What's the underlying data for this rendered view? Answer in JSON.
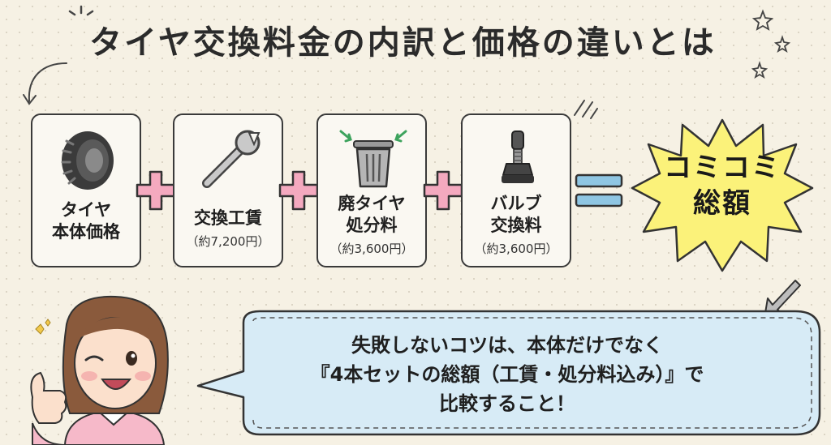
{
  "title": "タイヤ交換料金の内訳と価格の違いとは",
  "items": [
    {
      "label_line1": "タイヤ",
      "label_line2": "本体価格",
      "sub": "",
      "icon": "tire-icon"
    },
    {
      "label_line1": "交換工賃",
      "label_line2": "",
      "sub": "（約7,200円）",
      "icon": "wrench-icon"
    },
    {
      "label_line1": "廃タイヤ",
      "label_line2": "処分料",
      "sub": "（約3,600円）",
      "icon": "trash-can-icon"
    },
    {
      "label_line1": "バルブ",
      "label_line2": "交換料",
      "sub": "（約3,600円）",
      "icon": "valve-icon"
    }
  ],
  "total": {
    "line1": "コミコミ",
    "line2": "総額"
  },
  "tip": {
    "line1": "失敗しないコツは、本体だけでなく",
    "line2": "『4本セットの総額（工賃・処分料込み）』で",
    "line3": "比較すること！"
  },
  "colors": {
    "plus": "#f4a9bf",
    "equals": "#8fc6e3",
    "burst": "#fbf27a",
    "bubble": "#d7ebf6"
  }
}
